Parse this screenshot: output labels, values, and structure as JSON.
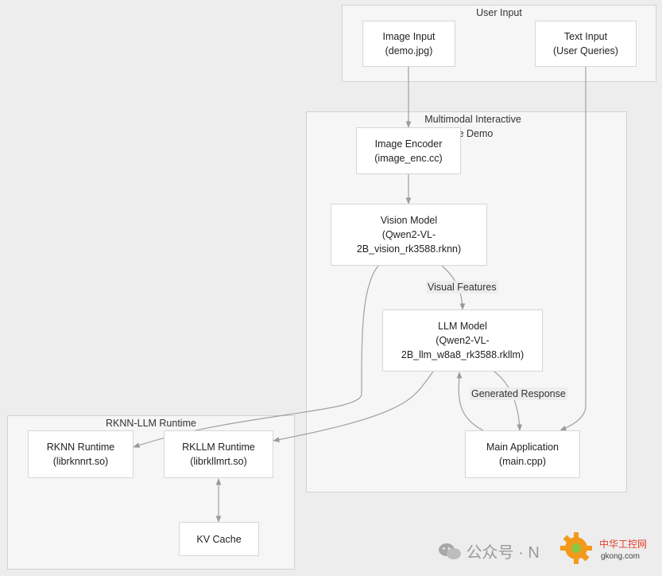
{
  "clusters": {
    "user_input": "User Input",
    "demo": "Multimodal Interactive\n      ue Demo",
    "runtime": "RKNN-LLM Runtime"
  },
  "nodes": {
    "image_input": "Image Input\n(demo.jpg)",
    "text_input": "Text Input\n(User Queries)",
    "image_encoder": "Image Encoder\n(image_enc.cc)",
    "vision_model": "Vision Model\n(Qwen2-VL-\n2B_vision_rk3588.rknn)",
    "llm_model": "LLM Model\n(Qwen2-VL-\n2B_llm_w8a8_rk3588.rkllm)",
    "main_app": "Main Application\n(main.cpp)",
    "rknn_runtime": "RKNN Runtime\n(librknnrt.so)",
    "rkllm_runtime": "RKLLM Runtime\n(librkllmrt.so)",
    "kv_cache": "KV Cache"
  },
  "edge_labels": {
    "visual_features": "Visual Features",
    "generated_response": "Generated Response"
  },
  "watermark": {
    "text": "公众号 · N",
    "logo_text": "中华工控网",
    "logo_url": "gkong.com"
  },
  "colors": {
    "edge": "#9a9a9a",
    "logo_red": "#e43c2d",
    "logo_orange": "#f39a1d",
    "logo_green": "#8cc63f"
  }
}
